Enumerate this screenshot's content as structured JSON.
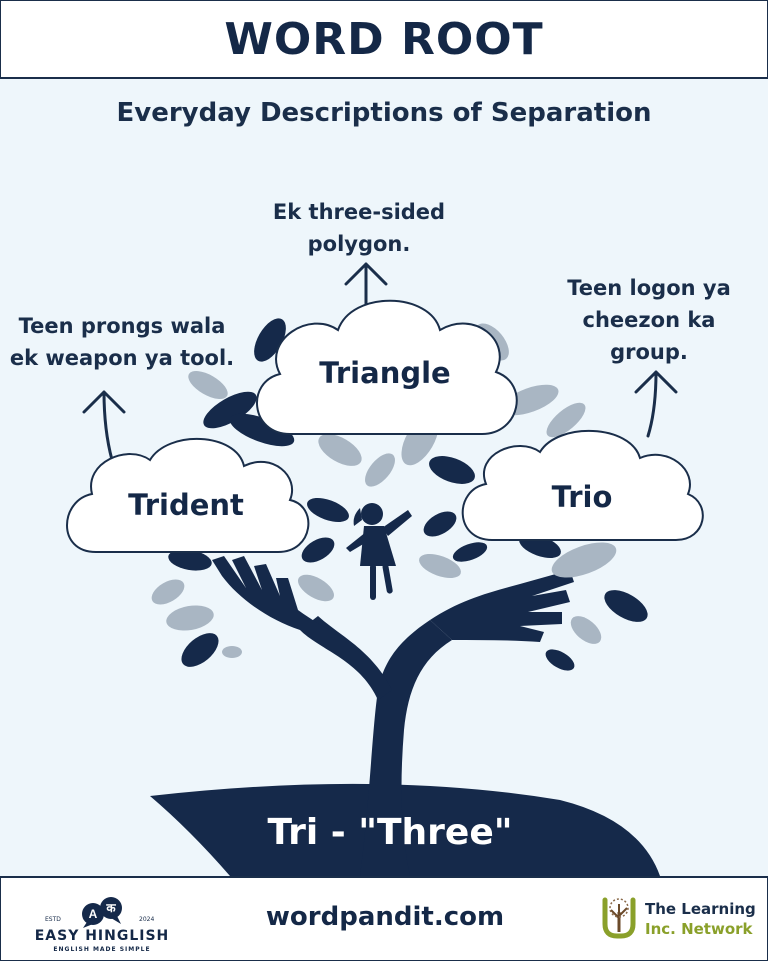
{
  "header": {
    "title": "WORD ROOT"
  },
  "subtitle": "Everyday Descriptions of Separation",
  "root": {
    "label": "Tri - \"Three\""
  },
  "words": [
    {
      "word": "Triangle",
      "description": "Ek three-sided\npolygon."
    },
    {
      "word": "Trident",
      "description": "Teen prongs wala\nek weapon ya tool."
    },
    {
      "word": "Trio",
      "description": "Teen logon ya\ncheezon ka\ngroup."
    }
  ],
  "footer": {
    "website": "wordpandit.com",
    "left_logo": {
      "name": "EASY HINGLISH",
      "tagline": "ENGLISH MADE SIMPLE",
      "estd": "ESTD",
      "year": "2024",
      "glyph_a": "A",
      "glyph_k": "क"
    },
    "right_logo": {
      "line1": "The Learning",
      "line2": "Inc. Network"
    }
  },
  "colors": {
    "navy": "#1a2e4a",
    "background": "#eef6fb",
    "leaf_light": "#a9b6c3",
    "accent_green": "#8aa02a"
  }
}
